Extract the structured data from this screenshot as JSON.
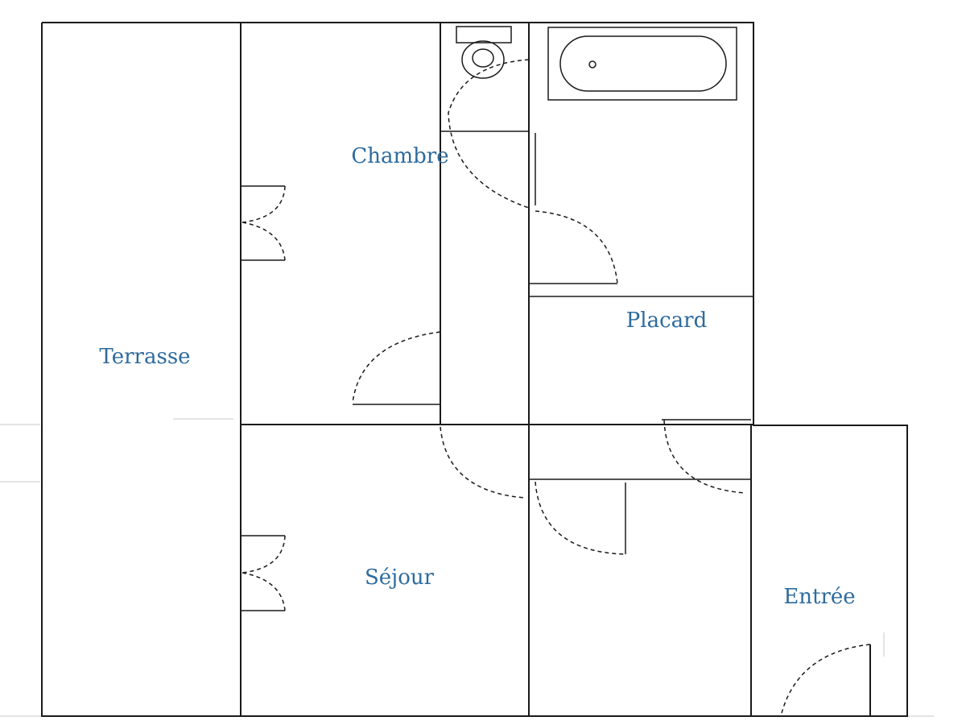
{
  "rooms": {
    "terrasse": "Terrasse",
    "chambre": "Chambre",
    "placard": "Placard",
    "sejour": "Séjour",
    "entree": "Entrée"
  },
  "colors": {
    "label": "#2e6b9e",
    "wall": "#1a1a1a",
    "background": "#ffffff"
  }
}
